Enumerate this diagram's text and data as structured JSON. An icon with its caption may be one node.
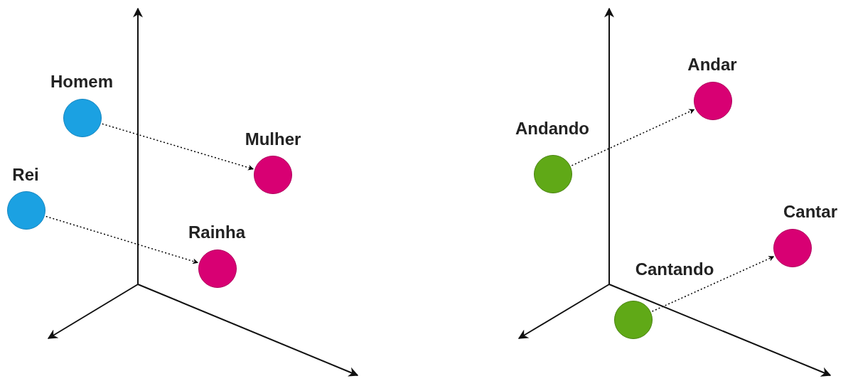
{
  "diagram": {
    "nodes": [
      {
        "text": [],
        "shape": "circle",
        "beside": [
          "Homem"
        ]
      },
      {
        "text": [],
        "shape": "circle",
        "beside": [
          "Mulher"
        ]
      },
      {
        "text": [],
        "shape": "circle",
        "beside": [
          "Rei"
        ]
      },
      {
        "text": [],
        "shape": "circle",
        "beside": [
          "Rainha"
        ]
      },
      {
        "text": [],
        "shape": "circle",
        "beside": [
          "Andar"
        ]
      },
      {
        "text": [],
        "shape": "circle",
        "beside": [
          "Andando"
        ]
      },
      {
        "text": [],
        "shape": "circle",
        "beside": [
          "Cantar"
        ]
      },
      {
        "text": [],
        "shape": "circle",
        "beside": [
          "Cantando"
        ]
      }
    ],
    "edges": [
      {
        "from": 0,
        "to": 1,
        "arrow": "to",
        "style": "dashed"
      },
      {
        "from": 2,
        "to": 3,
        "arrow": "to",
        "style": "dashed"
      },
      {
        "from": 5,
        "to": 4,
        "arrow": "to",
        "style": "dashed"
      },
      {
        "from": 7,
        "to": 6,
        "arrow": "to",
        "style": "dashed"
      }
    ]
  }
}
